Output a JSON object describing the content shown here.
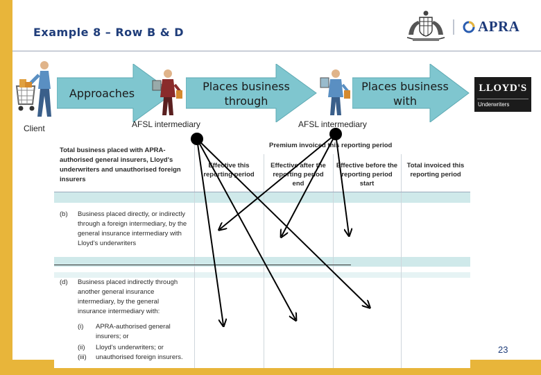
{
  "slide": {
    "title": "Example 8 – Row B & D",
    "page_number": "23",
    "colors": {
      "accent_bar": "#e8b53a",
      "arrow_fill": "#7fc6cf",
      "title": "#1f3d7a"
    }
  },
  "header": {
    "logo_text": "APRA",
    "crest_icon": "commonwealth-crest-icon"
  },
  "flow": {
    "arrow1_label": "Approaches",
    "arrow2_label": "Places business through",
    "arrow3_label": "Places business with",
    "client_label": "Client",
    "intermediary1_label": "AFSL intermediary",
    "intermediary2_label": "AFSL intermediary",
    "lloyds": {
      "name": "LLOYD'S",
      "sub": "Underwriters"
    }
  },
  "form": {
    "intro_label": "Total business placed with APRA-authorised general insurers, Lloyd's underwriters and unauthorised foreign insurers",
    "premium_header": "Premium invoiced this reporting period",
    "columns": [
      "Effective this reporting period",
      "Effective after the reporting period end",
      "Effective before the reporting period start",
      "Total invoiced this reporting period"
    ],
    "row_b": {
      "code": "(b)",
      "text": "Business placed directly, or indirectly through a foreign intermediary, by the general insurance intermediary with Lloyd's underwriters"
    },
    "row_d": {
      "code": "(d)",
      "text": "Business placed indirectly through another general insurance intermediary, by the general insurance intermediary with:",
      "items": [
        {
          "num": "(i)",
          "text": "APRA-authorised general insurers; or"
        },
        {
          "num": "(ii)",
          "text": "Lloyd's underwriters; or"
        },
        {
          "num": "(iii)",
          "text": "unauthorised foreign insurers."
        }
      ]
    }
  }
}
